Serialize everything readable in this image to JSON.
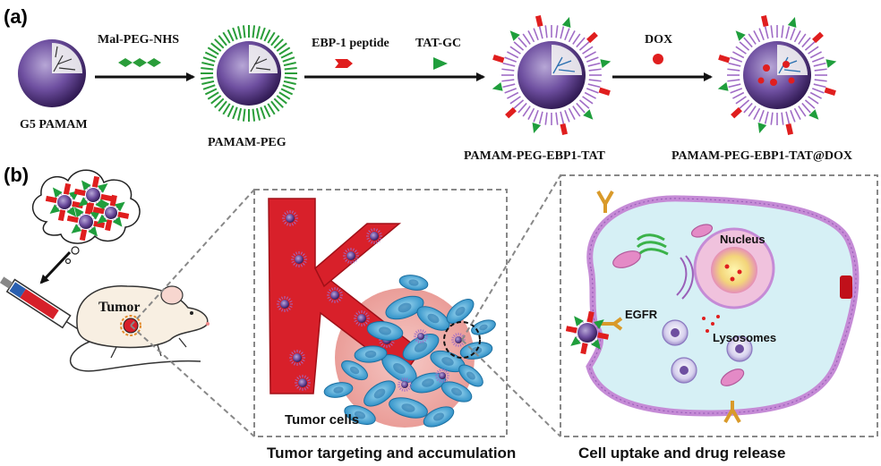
{
  "panel_a": {
    "label": "(a)",
    "steps": [
      {
        "reagent": "Mal-PEG-NHS"
      },
      {
        "reagent": "EBP-1 peptide"
      },
      {
        "reagent": "TAT-GC"
      },
      {
        "reagent": "DOX"
      }
    ],
    "products": [
      {
        "name": "G5 PAMAM"
      },
      {
        "name": "PAMAM-PEG"
      },
      {
        "name": "PAMAM-PEG-EBP1-TAT"
      },
      {
        "name": "PAMAM-PEG-EBP1-TAT@DOX"
      }
    ]
  },
  "panel_b": {
    "label": "(b)",
    "mouse_label": "Tumor",
    "middle_caption": "Tumor targeting and accumulation",
    "middle_inner": "Tumor cells",
    "right_caption": "Cell uptake and drug release",
    "cell_labels": {
      "nucleus": "Nucleus",
      "receptor": "EGFR",
      "vesicles": "Lysosomes"
    }
  },
  "colors": {
    "peg": "#2a9d3a",
    "ebp1": "#e01e1e",
    "tat": "#1f9e3c",
    "vessel": "#d8202a",
    "tumor_cells": "#3aa6d8",
    "cytoplasm": "#d6f0f5",
    "membrane": "#c58bd6"
  }
}
